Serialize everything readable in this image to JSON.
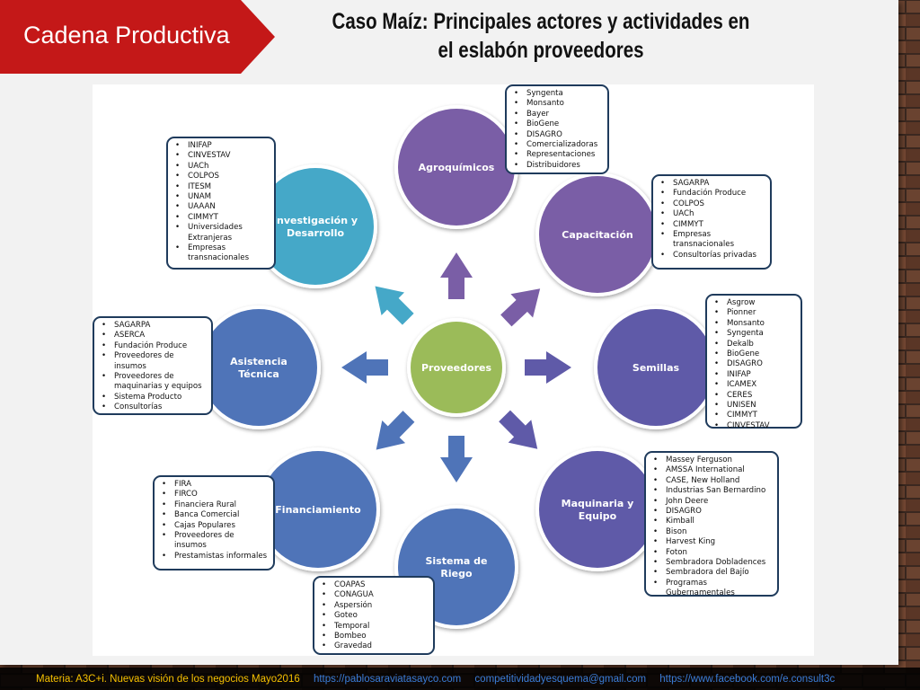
{
  "slide": {
    "badge": "Cadena Productiva",
    "title_lines": [
      "Caso Maíz: Principales actores y actividades en",
      "el eslabón proveedores"
    ]
  },
  "colors": {
    "badge": "#c41818",
    "center": "#9bbb59",
    "purple": "#7a5ea6",
    "indigo": "#5f5aa8",
    "blue": "#4f74b8",
    "teal": "#45a8c8",
    "box_border": "#1f3b5c",
    "footer_main": "#f5c000",
    "footer_link": "#3b7dd8"
  },
  "diagram": {
    "center": "Proveedores",
    "nodes": [
      {
        "id": "agroquimicos",
        "label": [
          "Agroquímicos"
        ],
        "items": [
          "Syngenta",
          "Monsanto",
          "Bayer",
          "BioGene",
          "DISAGRO",
          "Comercializadoras",
          "Representaciones",
          "Distribuidores"
        ]
      },
      {
        "id": "capacitacion",
        "label": [
          "Capacitación"
        ],
        "items": [
          "SAGARPA",
          "Fundación Produce",
          "COLPOS",
          "UACh",
          "CIMMYT",
          "Empresas transnacionales",
          "Consultorías privadas"
        ]
      },
      {
        "id": "semillas",
        "label": [
          "Semillas"
        ],
        "items": [
          "Asgrow",
          "Pionner",
          "Monsanto",
          "Syngenta",
          "Dekalb",
          "BioGene",
          "DISAGRO",
          "INIFAP",
          "ICAMEX",
          "CERES",
          "UNISEN",
          "CIMMYT",
          "CINVESTAV"
        ]
      },
      {
        "id": "maquinaria",
        "label": [
          "Maquinaria y",
          "Equipo"
        ],
        "items": [
          "Massey Ferguson",
          "AMSSA International",
          "CASE, New Holland",
          "Industrias San Bernardino",
          "John Deere",
          "DISAGRO",
          "Kimball",
          "Bison",
          "Harvest King",
          "Foton",
          "Sembradora Dobladences",
          "Sembradora del Bajío",
          "Programas Gubernamentales"
        ]
      },
      {
        "id": "riego",
        "label": [
          "Sistema de",
          "Riego"
        ],
        "items": [
          "COAPAS",
          "CONAGUA",
          "Aspersión",
          "Goteo",
          "Temporal",
          "Bombeo",
          "Gravedad"
        ]
      },
      {
        "id": "financiamiento",
        "label": [
          "Financiamiento"
        ],
        "items": [
          "FIRA",
          "FIRCO",
          "Financiera Rural",
          "Banca Comercial",
          "Cajas Populares",
          "Proveedores de insumos",
          "Prestamistas informales"
        ]
      },
      {
        "id": "asistencia",
        "label": [
          "Asistencia",
          "Técnica"
        ],
        "items": [
          "SAGARPA",
          "ASERCA",
          "Fundación Produce",
          "Proveedores de insumos",
          "Proveedores de maquinarias y equipos",
          "Sistema Producto",
          "Consultorías"
        ]
      },
      {
        "id": "investigacion",
        "label": [
          "Investigación y",
          "Desarrollo"
        ],
        "items": [
          "INIFAP",
          "CINVESTAV",
          "UACh",
          "COLPOS",
          "ITESM",
          "UNAM",
          "UAAAN",
          "CIMMYT",
          "Universidades Extranjeras",
          "Empresas transnacionales"
        ]
      }
    ]
  },
  "footer": {
    "text": "Materia: A3C+i. Nuevas visión de los negocios Mayo2016",
    "links": [
      "https://pablosaraviatasayco.com",
      "competitividadyesquema@gmail.com",
      "https://www.facebook.com/e.consult3c"
    ]
  }
}
